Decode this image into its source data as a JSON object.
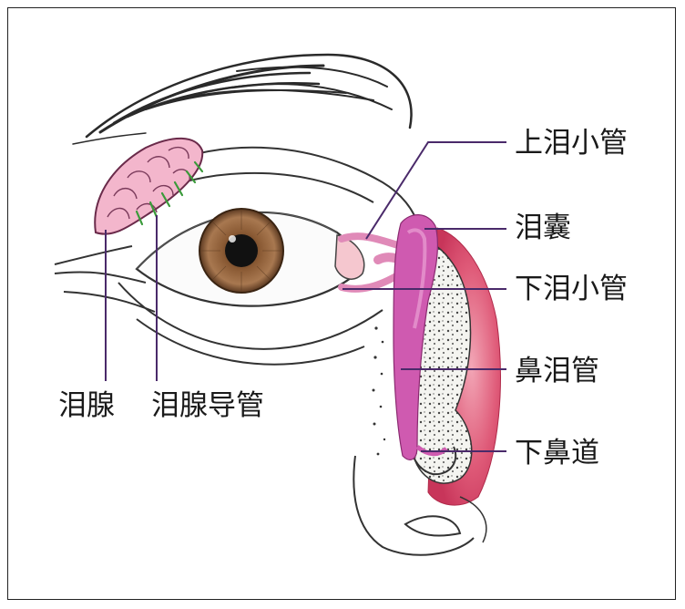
{
  "labels": {
    "upper_canaliculus": "上泪小管",
    "lacrimal_sac": "泪囊",
    "lower_canaliculus": "下泪小管",
    "nasolacrimal_duct": "鼻泪管",
    "inferior_meatus": "下鼻道",
    "lacrimal_gland": "泪腺",
    "gland_ducts": "泪腺导管"
  },
  "colors": {
    "leader_line": "#4a2a6a",
    "duct_pink": "#d97fc2",
    "sac_magenta": "#c94aa0",
    "gland_pink": "#f3b6cc",
    "iris": "#7a5030",
    "mucosa_red": "#d23a5a"
  }
}
